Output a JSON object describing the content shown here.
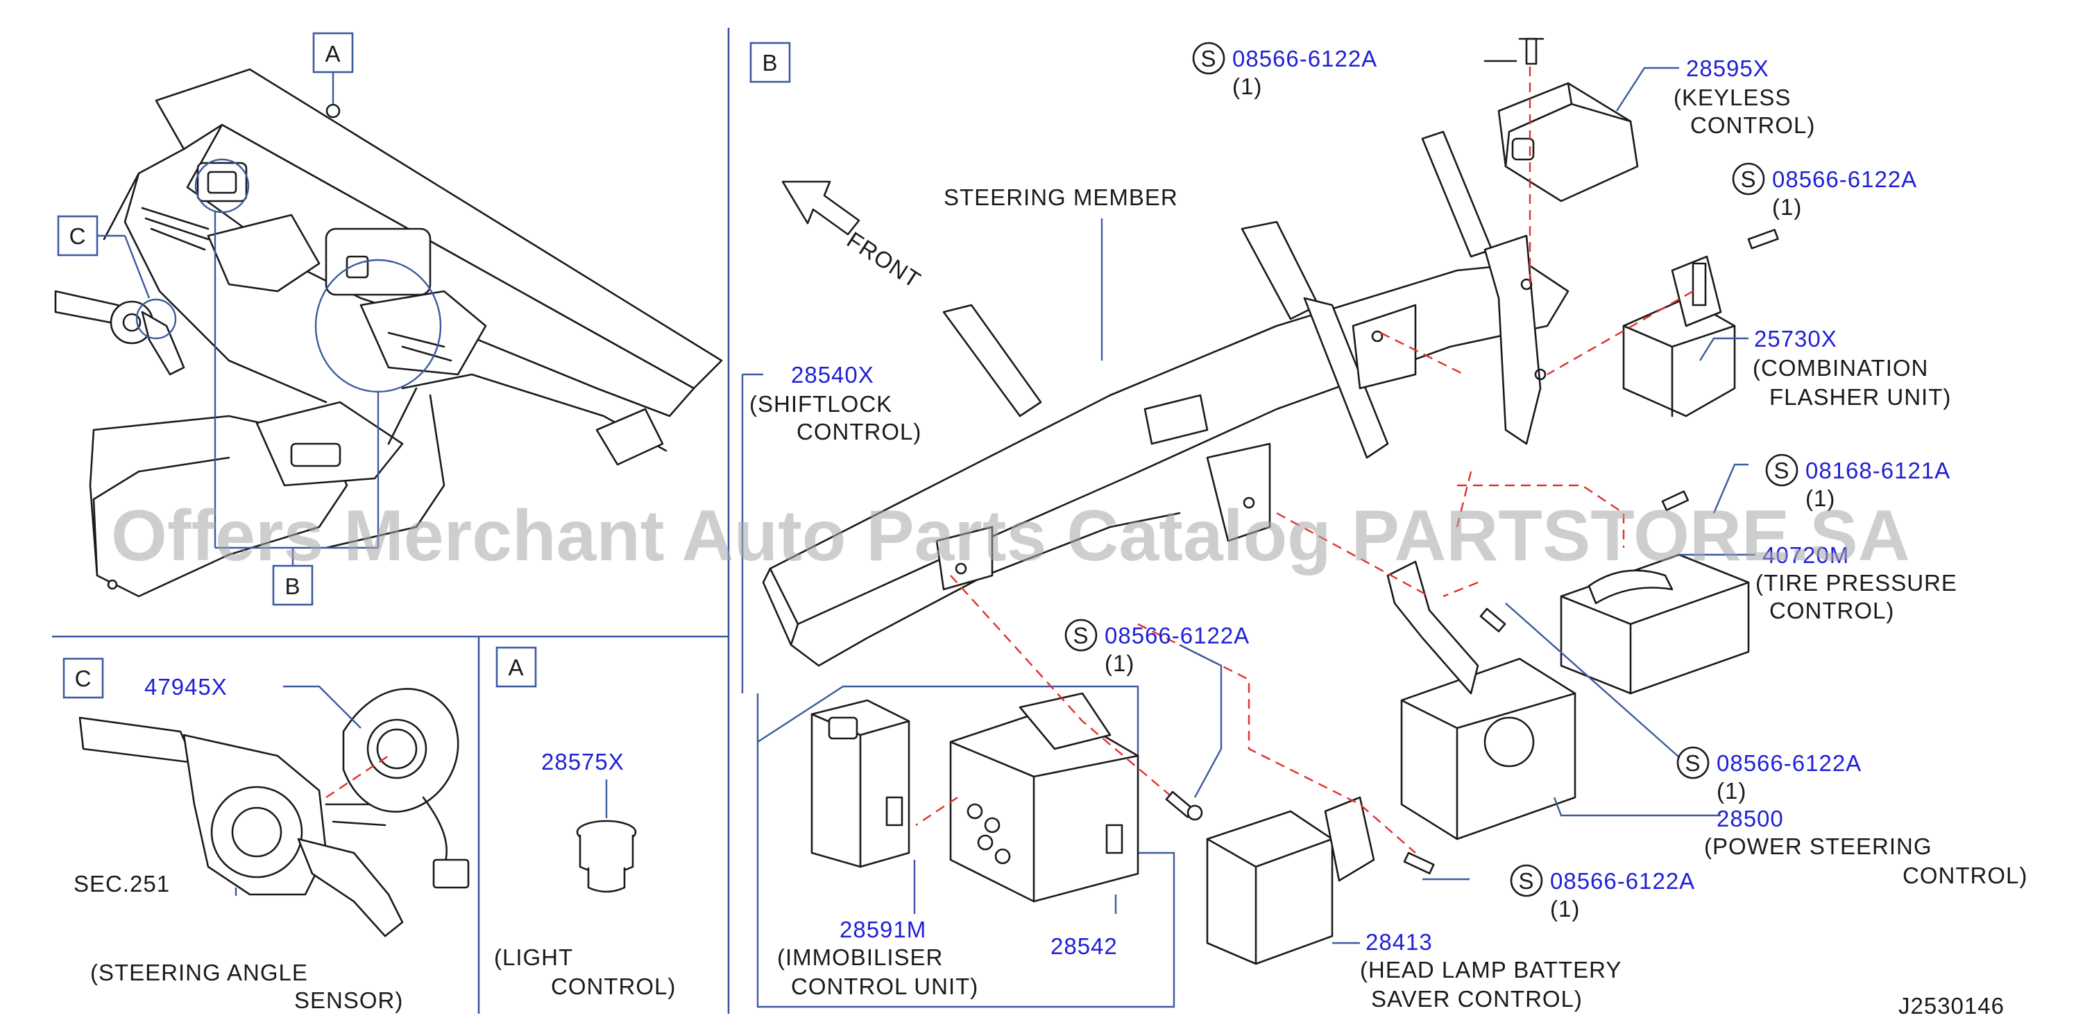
{
  "view_labels": {
    "a": "A",
    "b": "B",
    "c": "C"
  },
  "labels": {
    "steering_member": "STEERING   MEMBER",
    "front": "FRONT",
    "sec251": "SEC.251",
    "steering_angle_1": "(STEERING   ANGLE",
    "steering_angle_2": "SENSOR)",
    "light_1": "(LIGHT",
    "light_2": "CONTROL)",
    "keyless_1": "(KEYLESS",
    "keyless_2": "CONTROL)",
    "combination_1": "(COMBINATION",
    "combination_2": "FLASHER   UNIT)",
    "shiftlock_1": "(SHIFTLOCK",
    "shiftlock_2": "CONTROL)",
    "tire_1": "(TIRE        PRESSURE",
    "tire_2": "CONTROL)",
    "power_1": "(POWER   STEERING",
    "power_2": "CONTROL)",
    "immobiliser_1": "(IMMOBILISER",
    "immobiliser_2": "CONTROL   UNIT)",
    "headlamp_1": "(HEAD   LAMP   BATTERY",
    "headlamp_2": "SAVER   CONTROL)",
    "diagram_id": "J2530146"
  },
  "parts": {
    "p28595x": "28595X",
    "p25730x": "25730X",
    "p28540x": "28540X",
    "p40720m": "40720M",
    "p28500": "28500",
    "p28591m": "28591M",
    "p28542": "28542",
    "p28413": "28413",
    "p47945x": "47945X",
    "p28575x": "28575X"
  },
  "fasteners": [
    {
      "symbol": "S",
      "part": "08566-6122A",
      "qty": "(1)"
    },
    {
      "symbol": "S",
      "part": "08566-6122A",
      "qty": "(1)"
    },
    {
      "symbol": "S",
      "part": "08168-6121A",
      "qty": "(1)"
    },
    {
      "symbol": "S",
      "part": "08566-6122A",
      "qty": "(1)"
    },
    {
      "symbol": "S",
      "part": "08566-6122A",
      "qty": "(1)"
    },
    {
      "symbol": "S",
      "part": "08566-6122A",
      "qty": "(1)"
    }
  ],
  "watermark": "Offers Merchant Auto Parts Catalog PARTSTORE.SA",
  "colors": {
    "part_number": "#1f1fd6",
    "leader": "#3c5aa0",
    "hidden_line": "#e0302a"
  }
}
